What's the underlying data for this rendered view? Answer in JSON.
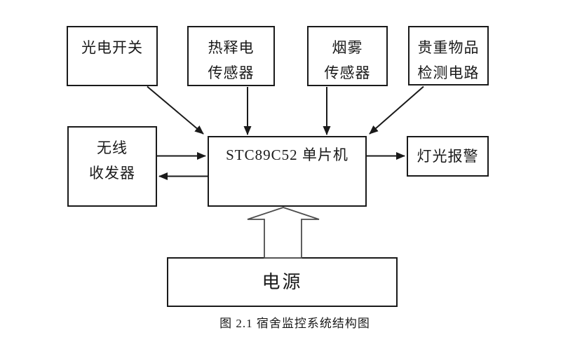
{
  "figure": {
    "caption": "图 2.1 宿舍监控系统结构图"
  },
  "blocks": {
    "photoelectric_switch": {
      "label_lines": [
        "光电开关"
      ]
    },
    "pyroelectric_sensor": {
      "label_lines": [
        "热释电",
        "传感器"
      ]
    },
    "smoke_sensor": {
      "label_lines": [
        "烟雾",
        "传感器"
      ]
    },
    "valuables_detection": {
      "label_lines": [
        "贵重物品",
        "检测电路"
      ]
    },
    "wireless_transceiver": {
      "label_lines": [
        "无线",
        "收发器"
      ]
    },
    "mcu": {
      "label_lines": [
        "STC89C52 单片机"
      ]
    },
    "light_alarm": {
      "label_lines": [
        "灯光报警"
      ]
    },
    "power_supply": {
      "label_lines": [
        "电源"
      ]
    }
  },
  "connections": [
    {
      "from": "photoelectric_switch",
      "to": "mcu",
      "type": "arrow"
    },
    {
      "from": "pyroelectric_sensor",
      "to": "mcu",
      "type": "arrow"
    },
    {
      "from": "smoke_sensor",
      "to": "mcu",
      "type": "arrow"
    },
    {
      "from": "valuables_detection",
      "to": "mcu",
      "type": "arrow"
    },
    {
      "from": "wireless_transceiver",
      "to": "mcu",
      "type": "arrow"
    },
    {
      "from": "mcu",
      "to": "wireless_transceiver",
      "type": "arrow"
    },
    {
      "from": "mcu",
      "to": "light_alarm",
      "type": "arrow"
    },
    {
      "from": "power_supply",
      "to": "mcu",
      "type": "hollow-arrow"
    }
  ],
  "colors": {
    "background": "#ffffff",
    "line": "#1a1a1a",
    "text": "#1a1a1a",
    "hollow_arrow_stroke": "#4d4d4d"
  }
}
